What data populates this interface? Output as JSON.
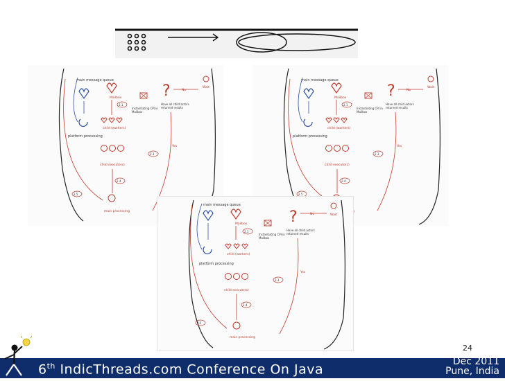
{
  "footer": {
    "ordinal": "6",
    "ordinal_suffix": "th",
    "title": "IndicThreads.com Conference On Java",
    "date_line1": "Dec 2011",
    "date_line2": "Pune, India"
  },
  "page_number": "24",
  "diagram": {
    "main_queue": "main message queue",
    "no": "No",
    "yes": "Yes",
    "wait": "Wait",
    "mailbox": "Mailbox",
    "step_21": "2.1",
    "step_22": "2.2",
    "step_23": "2.3",
    "step_24": "2.4",
    "step_25": "2.5",
    "instantiating_line1": "Instantiating CPI in",
    "instantiating_line2": "Mailbox",
    "await_line1": "Have all child actors",
    "await_line2": "returned results",
    "child_workers": "child (workers)",
    "platform_processing": "platform processing",
    "child_results": "child execute(s)",
    "main_processing": "main processing"
  },
  "icons": [
    "actor-group-icon",
    "arrow-right-icon",
    "ellipse-icon",
    "stick-figure-logo-icon"
  ],
  "colors": {
    "footer_bg": "#0f2d6b",
    "diagram_red": "#c0392b",
    "diagram_blue": "#2c4fa3"
  }
}
